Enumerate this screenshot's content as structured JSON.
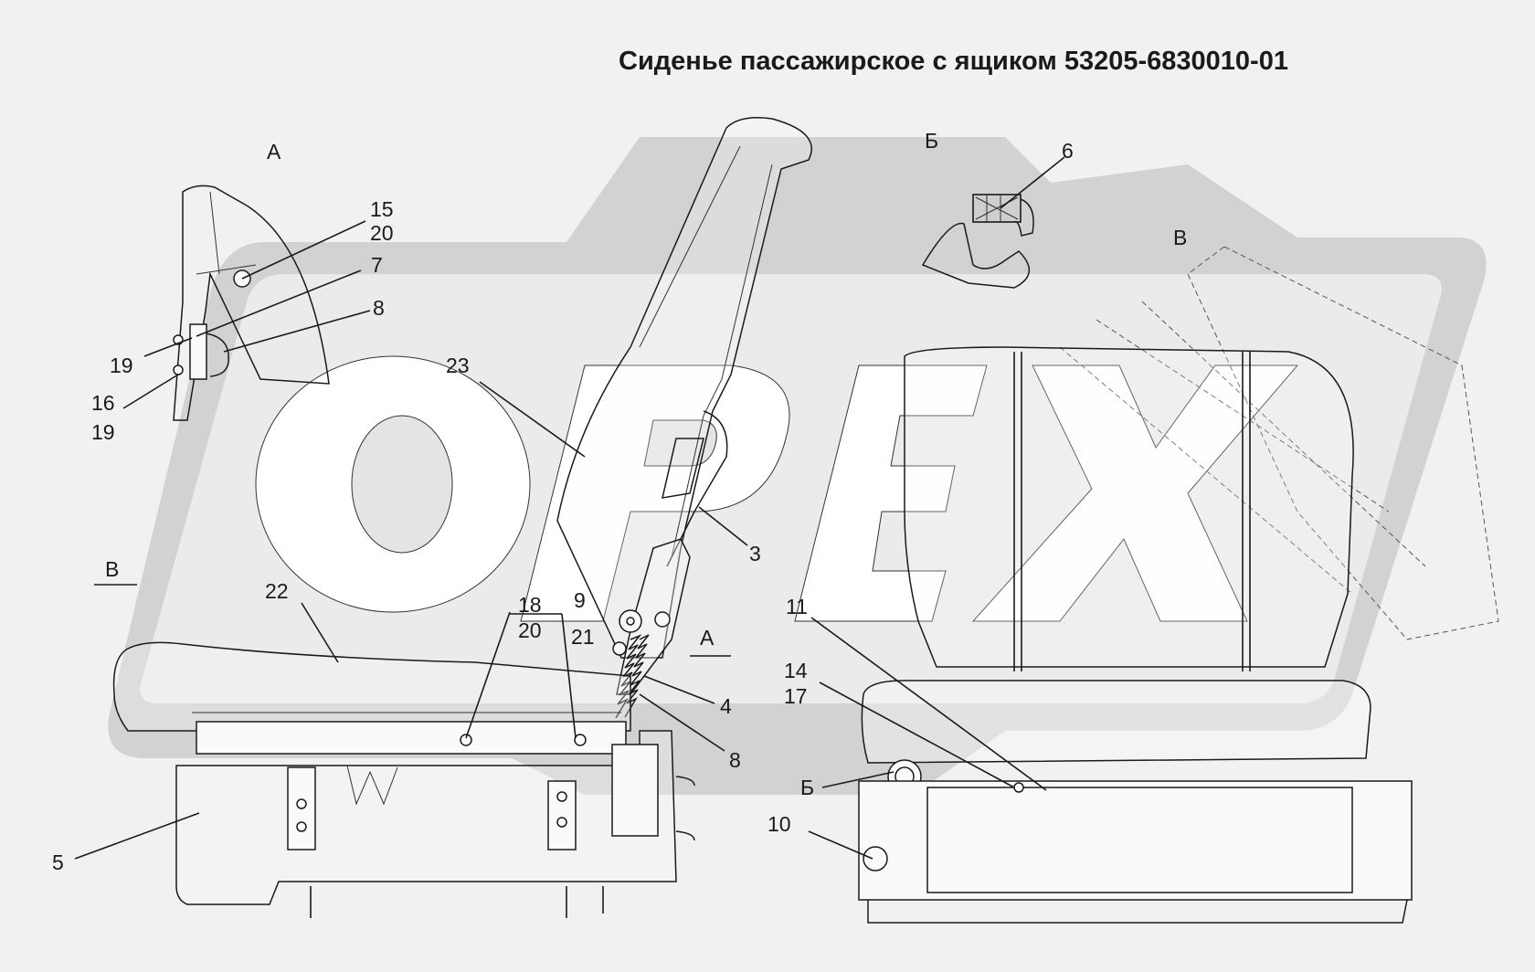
{
  "title": "Сиденье пассажирское с ящиком 53205-6830010-01",
  "watermark": "OPEX",
  "sections": {
    "a_view": "А",
    "b_view": "Б",
    "v_view": "В",
    "v_marker": "В",
    "a_marker": "А",
    "b_marker": "Б"
  },
  "callouts": {
    "c15": "15",
    "c20a": "20",
    "c7": "7",
    "c8a": "8",
    "c19a": "19",
    "c16": "16",
    "c19b": "19",
    "c23": "23",
    "c3": "3",
    "c22": "22",
    "c18": "18",
    "c20b": "20",
    "c9": "9",
    "c21": "21",
    "c4": "4",
    "c8b": "8",
    "c5": "5",
    "c6": "6",
    "c11": "11",
    "c14": "14",
    "c17": "17",
    "c10": "10"
  },
  "colors": {
    "background": "#f1f1f1",
    "watermark": "#d2d2d2",
    "ink": "#1a1a1a"
  }
}
